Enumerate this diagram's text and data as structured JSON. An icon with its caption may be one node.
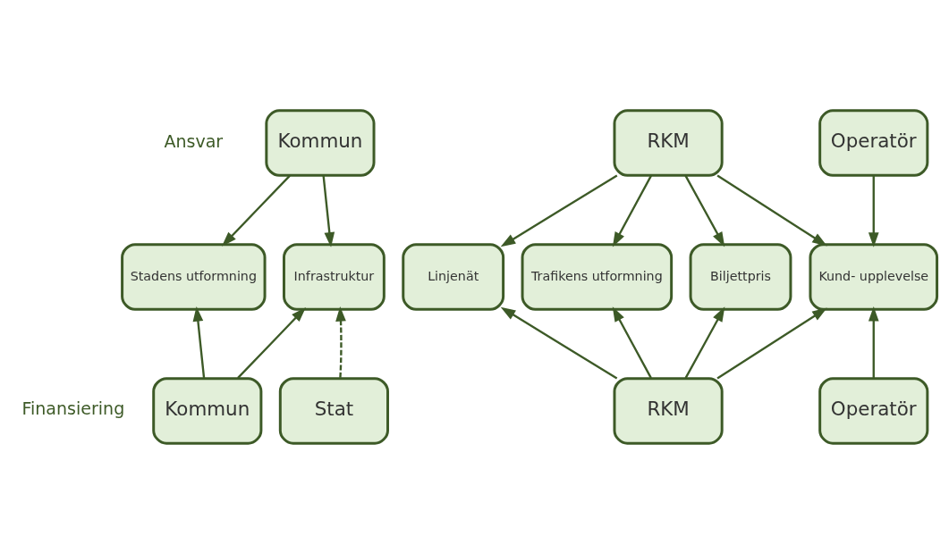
{
  "diagram": {
    "nodes": [
      {
        "text": [
          "Kommun"
        ]
      },
      {
        "text": [
          "RKM"
        ]
      },
      {
        "text": [
          "Operatör"
        ]
      },
      {
        "text": [
          "Stadens utformning"
        ]
      },
      {
        "text": [
          "Infrastruktur"
        ]
      },
      {
        "text": [
          "Linjenät"
        ]
      },
      {
        "text": [
          "Trafikens utformning"
        ]
      },
      {
        "text": [
          "Biljettpris"
        ]
      },
      {
        "text": [
          "Kund- upplevelse"
        ]
      },
      {
        "text": [
          "Kommun"
        ]
      },
      {
        "text": [
          "RKM"
        ]
      },
      {
        "text": [
          "Operatör"
        ]
      },
      {
        "text": [
          "Stat"
        ]
      }
    ],
    "edges": [
      {
        "from": 0,
        "to": 3,
        "arrow": "to"
      },
      {
        "from": 0,
        "to": 4,
        "arrow": "to"
      },
      {
        "from": 1,
        "to": 5,
        "arrow": "to"
      },
      {
        "from": 1,
        "to": 6,
        "arrow": "to"
      },
      {
        "from": 1,
        "to": 7,
        "arrow": "to"
      },
      {
        "from": 1,
        "to": 8,
        "arrow": "to"
      },
      {
        "from": 2,
        "to": 8,
        "arrow": "to"
      },
      {
        "from": 9,
        "to": 3,
        "arrow": "to"
      },
      {
        "from": 9,
        "to": 4,
        "arrow": "to"
      },
      {
        "from": 12,
        "to": 4,
        "arrow": "to",
        "style": "dashed"
      },
      {
        "from": 10,
        "to": 5,
        "arrow": "to"
      },
      {
        "from": 10,
        "to": 6,
        "arrow": "to"
      },
      {
        "from": 10,
        "to": 7,
        "arrow": "to"
      },
      {
        "from": 10,
        "to": 8,
        "arrow": "to"
      },
      {
        "from": 11,
        "to": 8,
        "arrow": "to"
      }
    ],
    "labels": [
      "Ansvar",
      "Finansiering"
    ]
  }
}
